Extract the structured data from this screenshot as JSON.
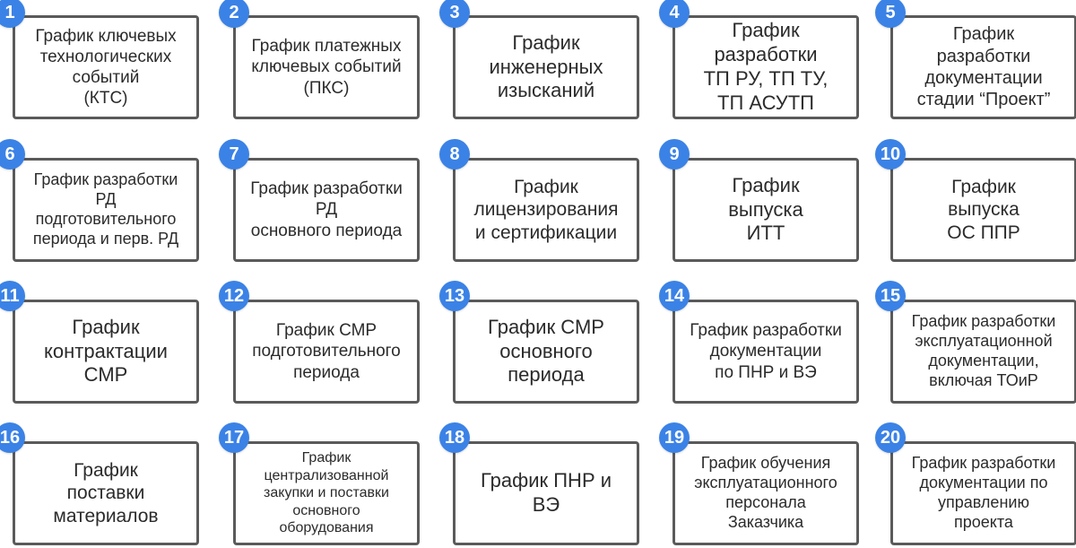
{
  "colors": {
    "badge": "#3b82e6",
    "border": "#5a5a5a",
    "text": "#2b2b2b"
  },
  "cards": [
    {
      "num": "1",
      "label": "График ключевых\nтехнологических\nсобытий\n(КТС)"
    },
    {
      "num": "2",
      "label": "График платежных\nключевых событий\n(ПКС)"
    },
    {
      "num": "3",
      "label": "График\nинженерных\nизысканий"
    },
    {
      "num": "4",
      "label": "График\nразработки\nТП РУ, ТП ТУ,\nТП АСУТП"
    },
    {
      "num": "5",
      "label": "График\nразработки\nдокументации\nстадии “Проект”"
    },
    {
      "num": "6",
      "label": "График разработки\nРД\nподготовительного\nпериода и перв. РД"
    },
    {
      "num": "7",
      "label": "График разработки\nРД\nосновного периода"
    },
    {
      "num": "8",
      "label": "График\nлицензирования\nи сертификации"
    },
    {
      "num": "9",
      "label": "График\nвыпуска\nИТТ"
    },
    {
      "num": "10",
      "label": "График\nвыпуска\nОС ППР"
    },
    {
      "num": "11",
      "label": "График\nконтрактации\nСМР"
    },
    {
      "num": "12",
      "label": "График СМР\nподготовительного\nпериода"
    },
    {
      "num": "13",
      "label": "График СМР\nосновного\nпериода"
    },
    {
      "num": "14",
      "label": "График разработки\nдокументации\nпо ПНР и ВЭ"
    },
    {
      "num": "15",
      "label": "График разработки\nэксплуатационной\nдокументации,\nвключая ТОиР"
    },
    {
      "num": "16",
      "label": "График\nпоставки\nматериалов"
    },
    {
      "num": "17",
      "label": "График\nцентрализованной\nзакупки и поставки\nосновного\nоборудования"
    },
    {
      "num": "18",
      "label": "График ПНР и\nВЭ"
    },
    {
      "num": "19",
      "label": "График обучения\nэксплуатационного\nперсонала\nЗаказчика"
    },
    {
      "num": "20",
      "label": "График разработки\nдокументации по\nуправлению\nпроекта"
    }
  ]
}
